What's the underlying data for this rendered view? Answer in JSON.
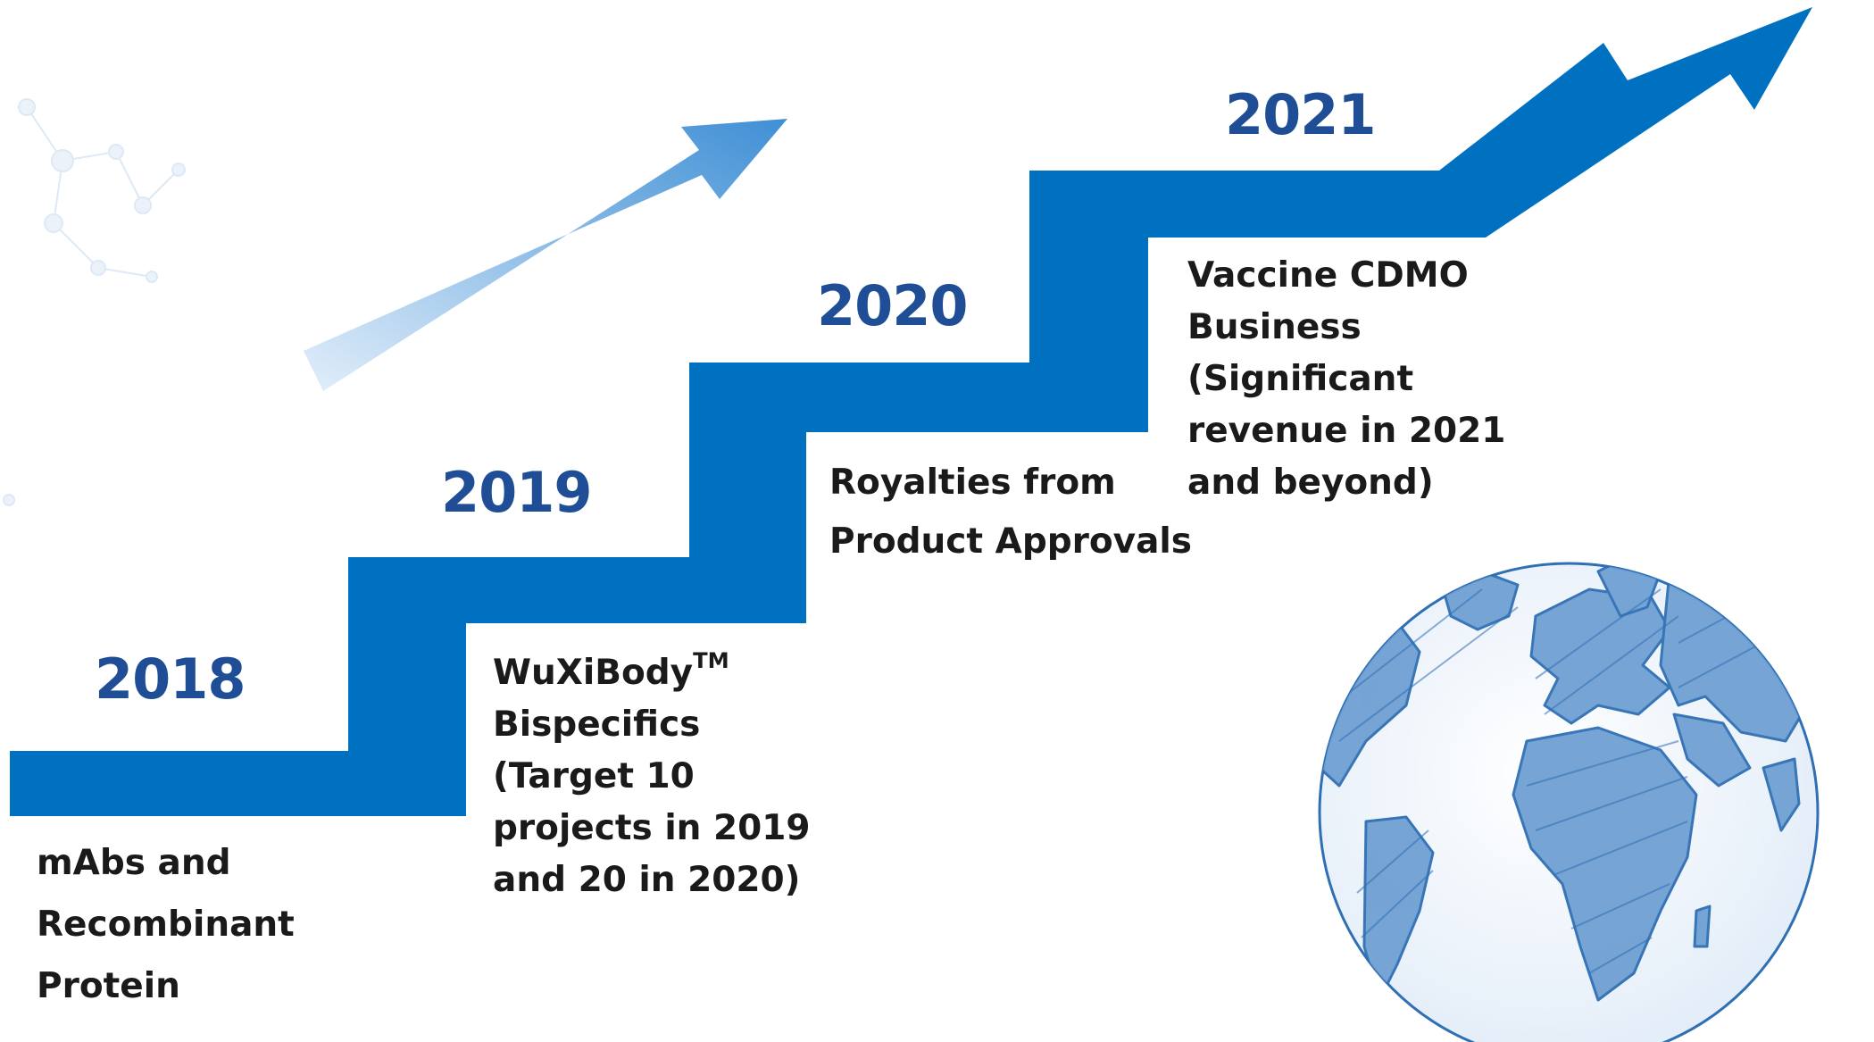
{
  "colors": {
    "staircase": "#0070c0",
    "year_text": "#1f4e96",
    "body_text": "#1a1a1a",
    "faded_arrow_start": "#e2eefa",
    "faded_arrow_end": "#3f8fd5",
    "globe_ink": "#2f6fb4",
    "globe_fill": "#eef4fb"
  },
  "icons": [
    "faded-growth-arrow-icon",
    "globe-icon",
    "molecule-network-decoration"
  ],
  "timeline": [
    {
      "year": "2018",
      "lines": [
        "mAbs and",
        "Recombinant",
        "Protein"
      ]
    },
    {
      "year": "2019",
      "line1": "WuXiBody",
      "line1_sup": "TM",
      "lines_rest": [
        "Bispecifics",
        "(Target 10",
        "projects in 2019",
        "and 20 in 2020)"
      ]
    },
    {
      "year": "2020",
      "lines": [
        "Royalties from",
        "Product Approvals"
      ]
    },
    {
      "year": "2021",
      "lines": [
        "Vaccine CDMO",
        "Business",
        "(Significant",
        "revenue in 2021",
        "and beyond)"
      ]
    }
  ]
}
